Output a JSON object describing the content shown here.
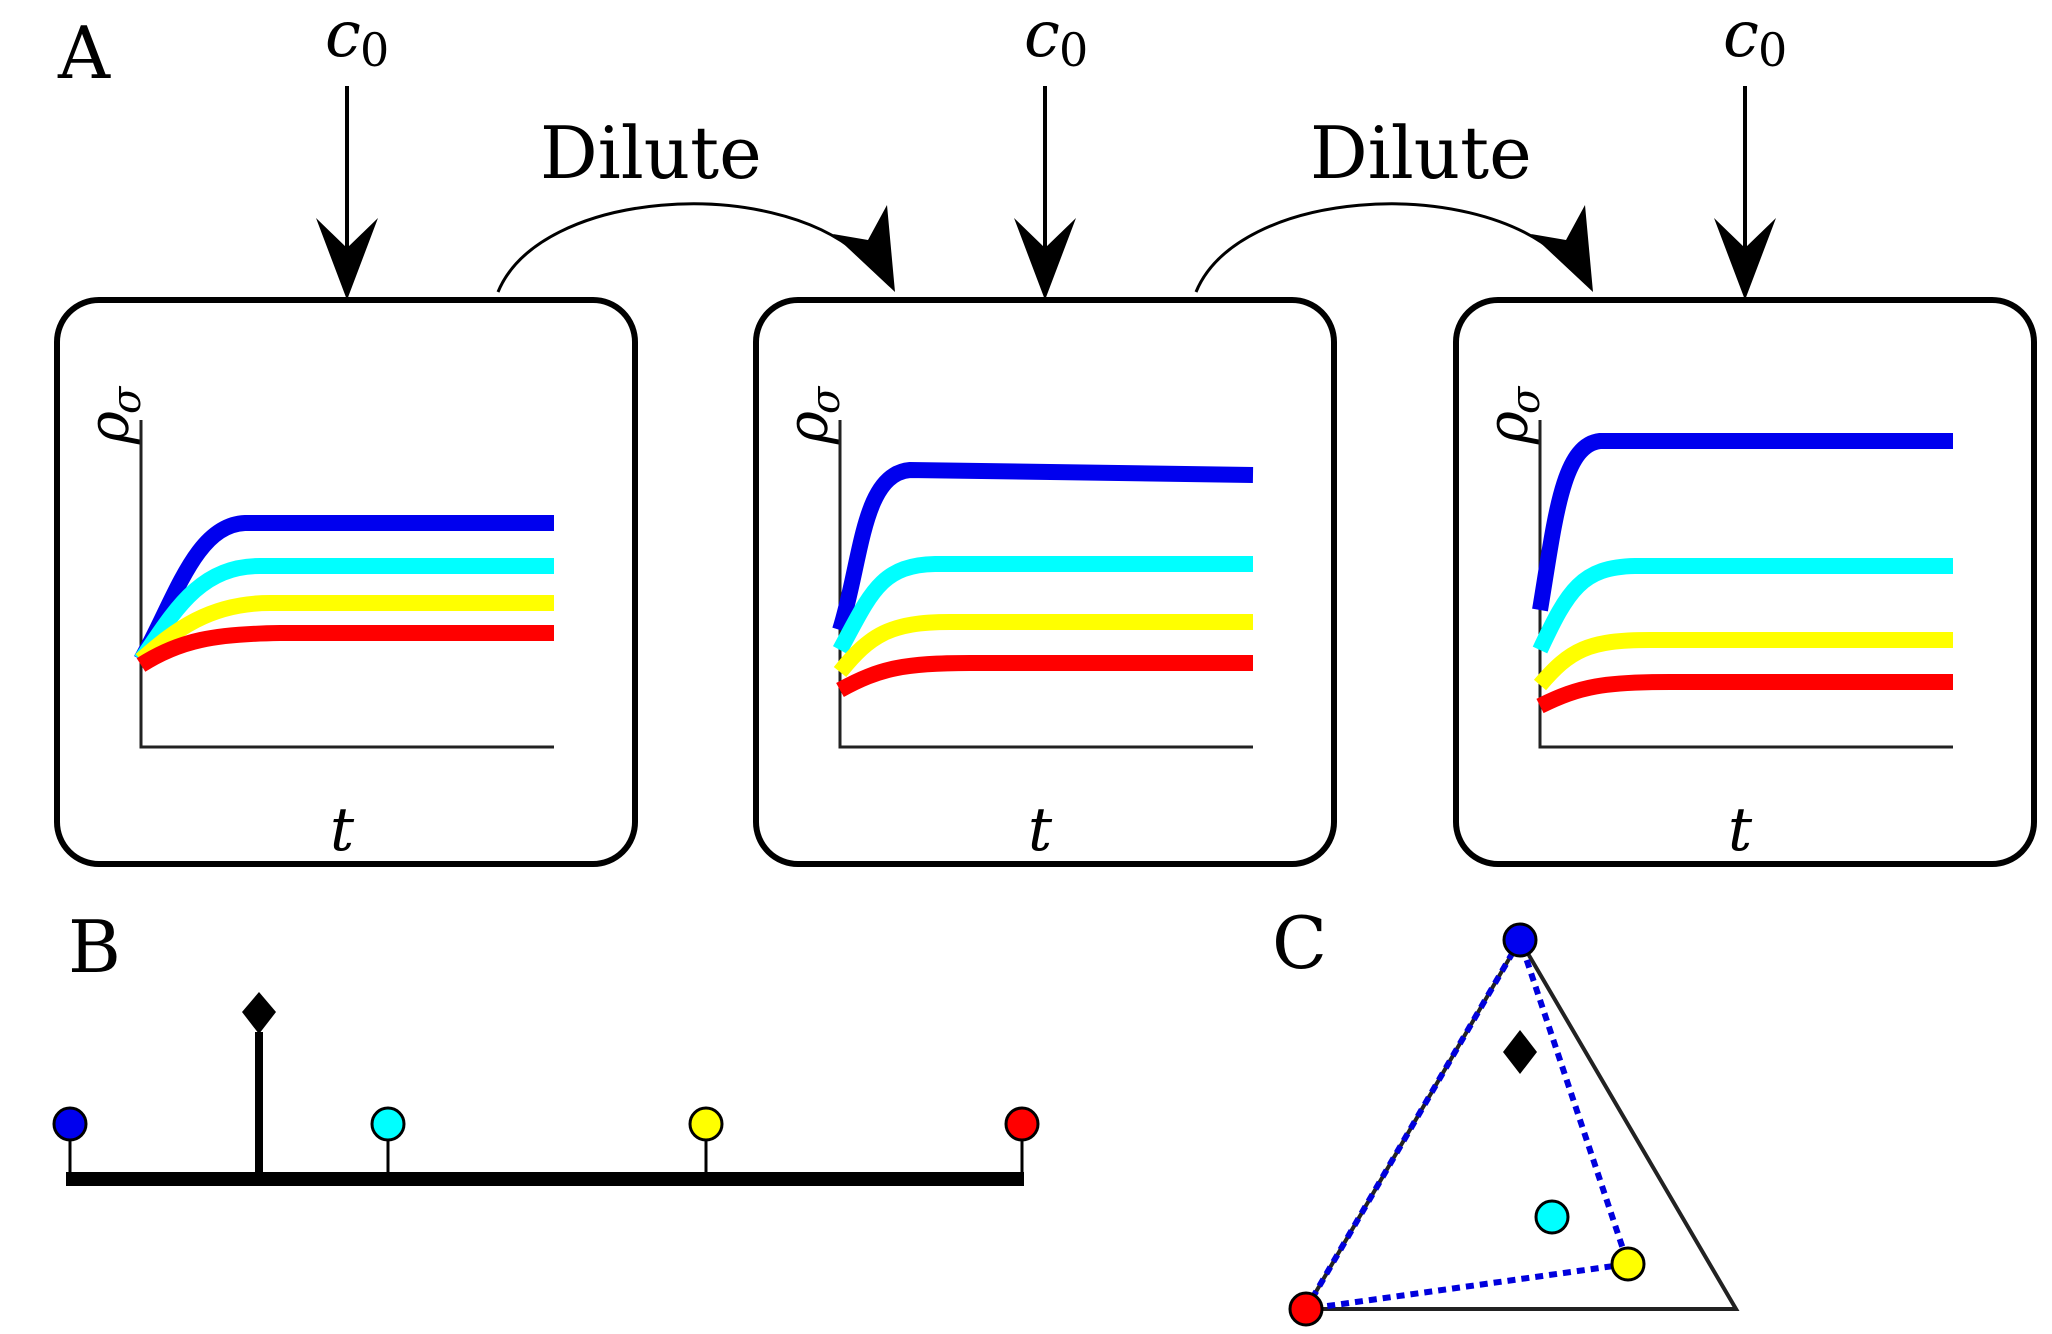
{
  "panel_labels": {
    "a": "A",
    "b": "B",
    "c": "C"
  },
  "input_label": {
    "base": "c",
    "sub": "0"
  },
  "dilute_label": "Dilute",
  "axis_labels": {
    "y_base": "ρ",
    "y_sub": "σ",
    "x": "t"
  },
  "colors": {
    "blue": "#0000ee",
    "cyan": "#00ffff",
    "yellow": "#ffff00",
    "red": "#ff0000",
    "black": "#000000",
    "dotted_blue": "#0000dd"
  },
  "icons": {
    "environment_marker": "diamond-icon",
    "species_marker": "circle-icon"
  }
}
